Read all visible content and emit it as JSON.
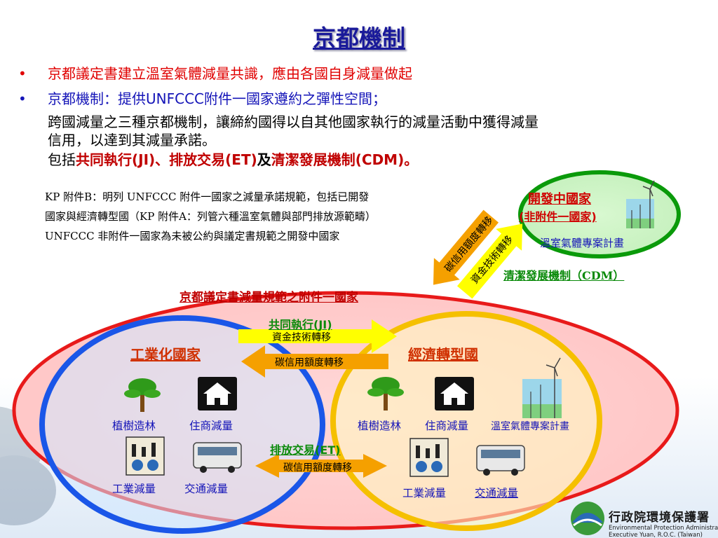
{
  "title": "京都機制",
  "bullets": [
    {
      "dot": "•",
      "text": "京都議定書建立溫室氣體減量共識，應由各國自身減量做起"
    },
    {
      "dot": "•",
      "text": "京都機制：提供UNFCCC附件一國家遵約之彈性空間；"
    }
  ],
  "sub_lines": [
    "跨國減量之三種京都機制，讓締約國得以自其他國家執行的減量活動中獲得減量",
    "信用，以達到其減量承諾。"
  ],
  "mechanisms_line": {
    "prefix": "包括",
    "ji": "共同執行(JI)",
    "sep1": "、",
    "et": "排放交易(ET)",
    "sep2": "及",
    "cdm": "清潔發展機制(CDM)",
    "end": "。"
  },
  "kp_notes": [
    "KP 附件B：明列 UNFCCC 附件一國家之減量承諾規範，包括已開發",
    "國家與經濟轉型國（KP 附件A：列管六種溫室氣體與部門排放源範疇）",
    "UNFCCC 非附件一國家為未被公約與議定書規範之開發中國家"
  ],
  "developing": {
    "title": "開發中國家",
    "subtitle": "(非附件一國家)",
    "project": "溫室氣體專案計畫"
  },
  "cdm": {
    "label": "清潔發展機制（CDM）",
    "arrow_down": "碳信用額度轉移",
    "arrow_up": "資金技術轉移"
  },
  "annex_one": {
    "title": "京都議定書減量規範之附件一國家"
  },
  "industrialized": {
    "title": "工業化國家",
    "afforestation": "植樹造林",
    "residential": "住商減量",
    "industrial": "工業減量",
    "transport": "交通減量"
  },
  "transition": {
    "title": "經濟轉型國",
    "afforestation": "植樹造林",
    "residential": "住商減量",
    "project": "溫室氣體專案計畫",
    "industrial": "工業減量",
    "transport": "交通減量"
  },
  "ji": {
    "label": "共同執行(JI)",
    "arrow_right": "資金技術轉移",
    "arrow_left": "碳信用額度轉移"
  },
  "et": {
    "label": "排放交易(ET)",
    "arrow_both": "碳信用額度轉移"
  },
  "logo": {
    "name": "行政院環境保護署",
    "en1": "Environmental Protection Administration",
    "en2": "Executive Yuan, R.O.C. (Taiwan)"
  },
  "colors": {
    "title": "#1a1a9a",
    "red": "#e00000",
    "blue": "#1515b8",
    "green": "#0a8a0a",
    "annex_fill": "#ffd2d2",
    "industrialized_ring": "#1a56e8",
    "transition_ring": "#f5c000"
  }
}
